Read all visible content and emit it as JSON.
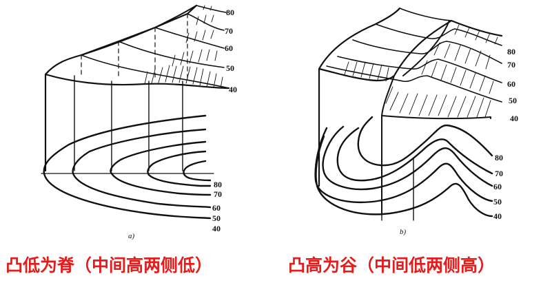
{
  "panel_a": {
    "sub_label": "a)",
    "top_labels": [
      "80",
      "70",
      "60",
      "50",
      "40"
    ],
    "map_labels": [
      "80",
      "70",
      "60",
      "50",
      "40"
    ]
  },
  "panel_b": {
    "sub_label": "b)",
    "top_labels": [
      "80",
      "70",
      "60",
      "50",
      "40"
    ],
    "map_labels": [
      "80",
      "70",
      "60",
      "50",
      "40"
    ]
  },
  "captions": {
    "left": "凸低为脊（中间高两侧低）",
    "right": "凸高为谷（中间低两侧高）"
  },
  "colors": {
    "ink": "#111111",
    "caption": "#e41c1c",
    "background": "#ffffff"
  }
}
